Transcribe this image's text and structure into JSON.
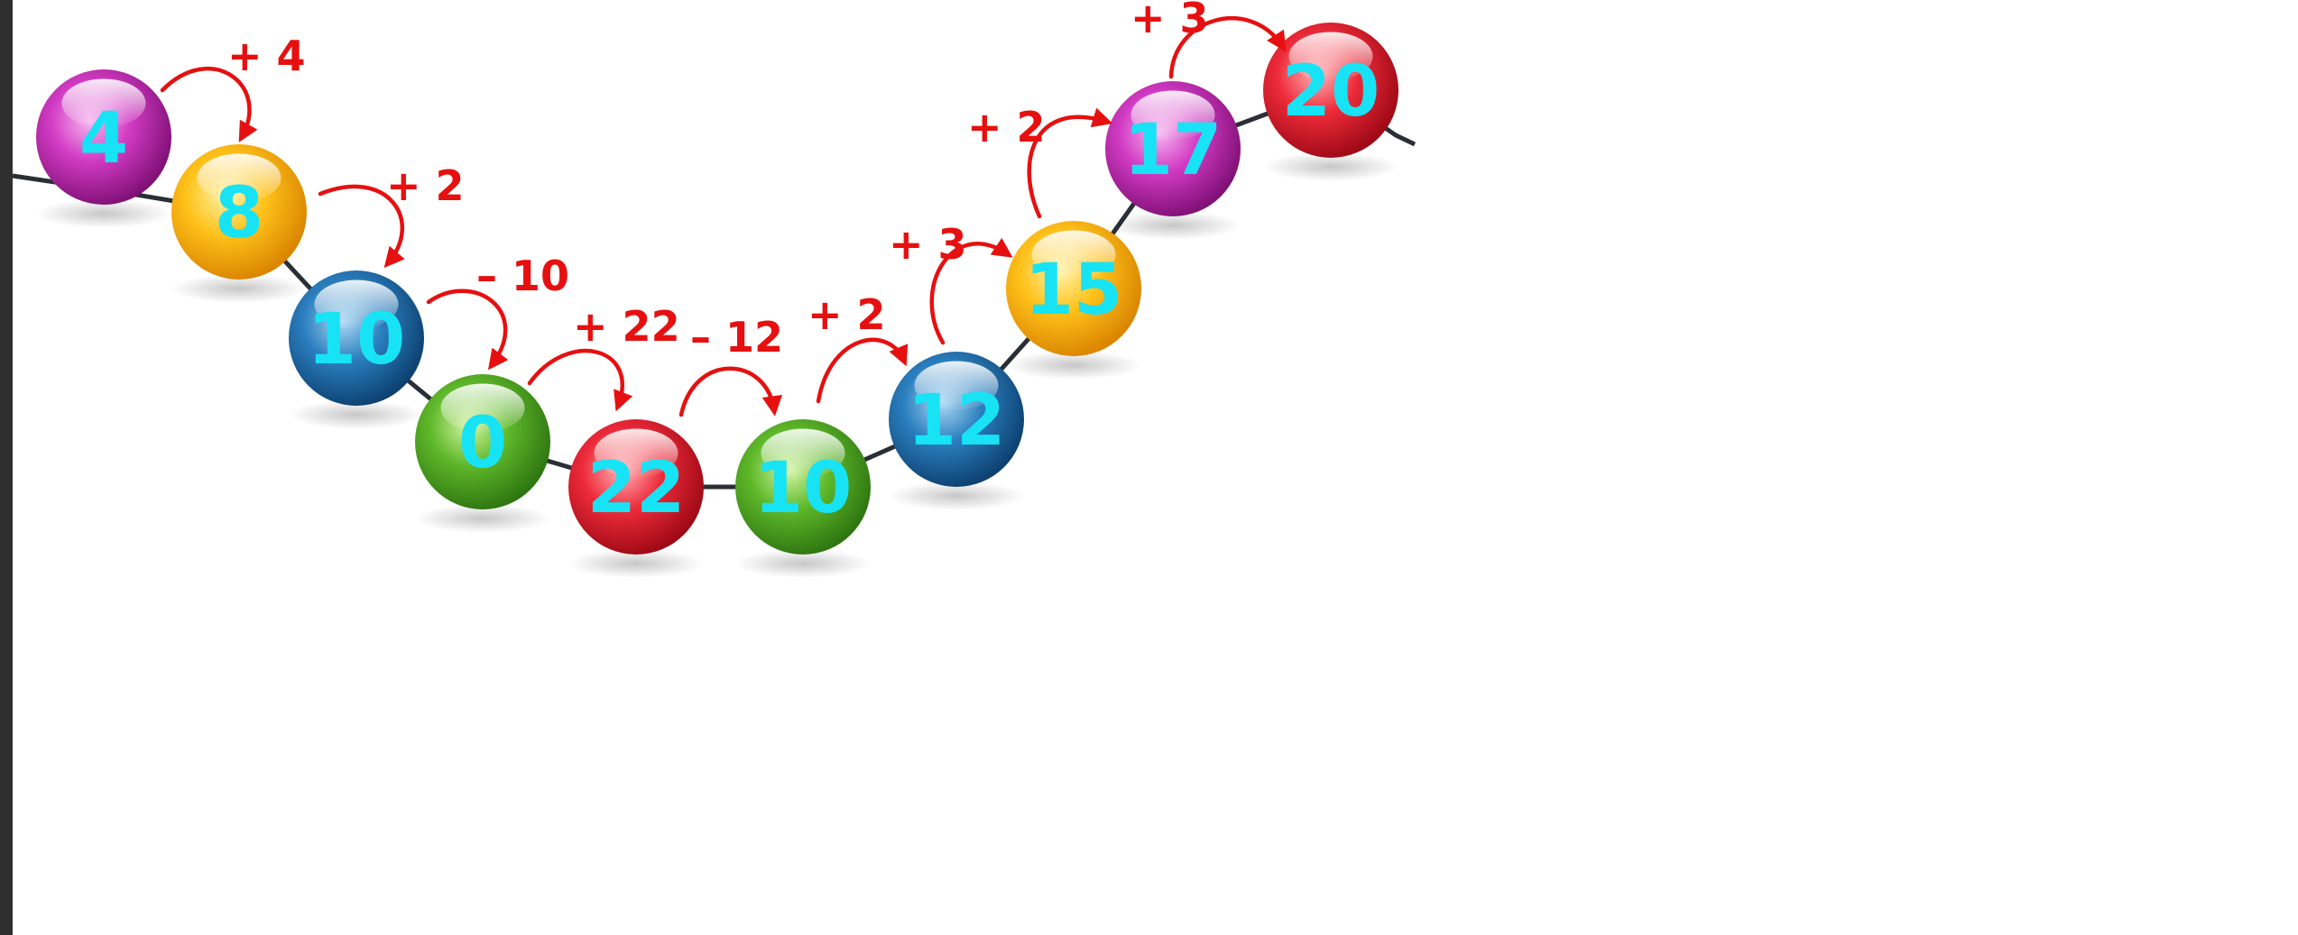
{
  "colors": {
    "number_text": "#17e3f5",
    "step_text": "#e61010",
    "string": "#2a2f36",
    "background": "#ffffff"
  },
  "balls": [
    {
      "number": "4",
      "color": "magenta"
    },
    {
      "number": "8",
      "color": "yellow"
    },
    {
      "number": "10",
      "color": "blue"
    },
    {
      "number": "0",
      "color": "green"
    },
    {
      "number": "22",
      "color": "red"
    },
    {
      "number": "10",
      "color": "green"
    },
    {
      "number": "12",
      "color": "blue"
    },
    {
      "number": "15",
      "color": "yellow"
    },
    {
      "number": "17",
      "color": "magenta"
    },
    {
      "number": "20",
      "color": "red"
    }
  ],
  "steps": [
    {
      "label": "+ 4"
    },
    {
      "label": "+ 2"
    },
    {
      "label": "– 10"
    },
    {
      "label": "+ 22"
    },
    {
      "label": "– 12"
    },
    {
      "label": "+ 2"
    },
    {
      "label": "+ 3"
    },
    {
      "label": "+ 2"
    },
    {
      "label": "+ 3"
    }
  ]
}
